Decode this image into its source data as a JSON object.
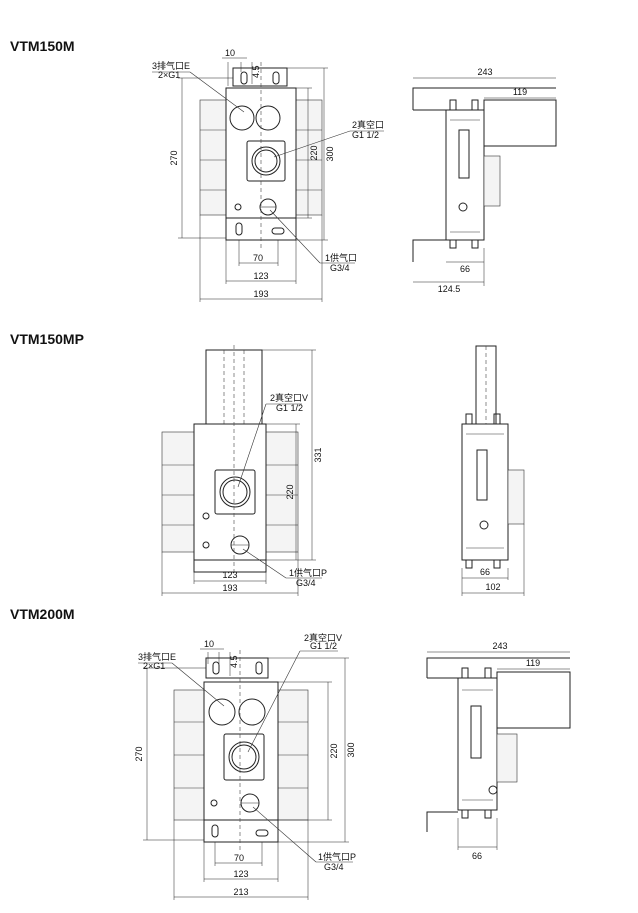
{
  "sections": [
    {
      "title": "VTM150M",
      "labels": {
        "exhaust": "3排气口E",
        "exhaust_size": "2×G1",
        "vacuum": "2真空口",
        "vacuum_size": "G1 1/2",
        "supply": "1供气口",
        "supply_size": "G3/4"
      },
      "dims": {
        "d10": "10",
        "d45": "4.5",
        "d270": "270",
        "d220": "220",
        "d300": "300",
        "d70": "70",
        "d123": "123",
        "d193": "193",
        "d243": "243",
        "d119": "119",
        "d66": "66",
        "d1245": "124.5"
      }
    },
    {
      "title": "VTM150MP",
      "labels": {
        "vacuum": "2真空口V",
        "vacuum_size": "G1 1/2",
        "supply": "1供气口P",
        "supply_size": "G3/4"
      },
      "dims": {
        "d331": "331",
        "d220": "220",
        "d123": "123",
        "d193": "193",
        "d66": "66",
        "d102": "102"
      }
    },
    {
      "title": "VTM200M",
      "labels": {
        "exhaust": "3排气口E",
        "exhaust_size": "2×G1",
        "vacuum": "2真空口V",
        "vacuum_size": "G1 1/2",
        "supply": "1供气口P",
        "supply_size": "G3/4"
      },
      "dims": {
        "d10": "10",
        "d45": "4.5",
        "d270": "270",
        "d220": "220",
        "d300": "300",
        "d70": "70",
        "d123": "123",
        "d213": "213",
        "d243": "243",
        "d119": "119",
        "d66": "66"
      }
    }
  ]
}
